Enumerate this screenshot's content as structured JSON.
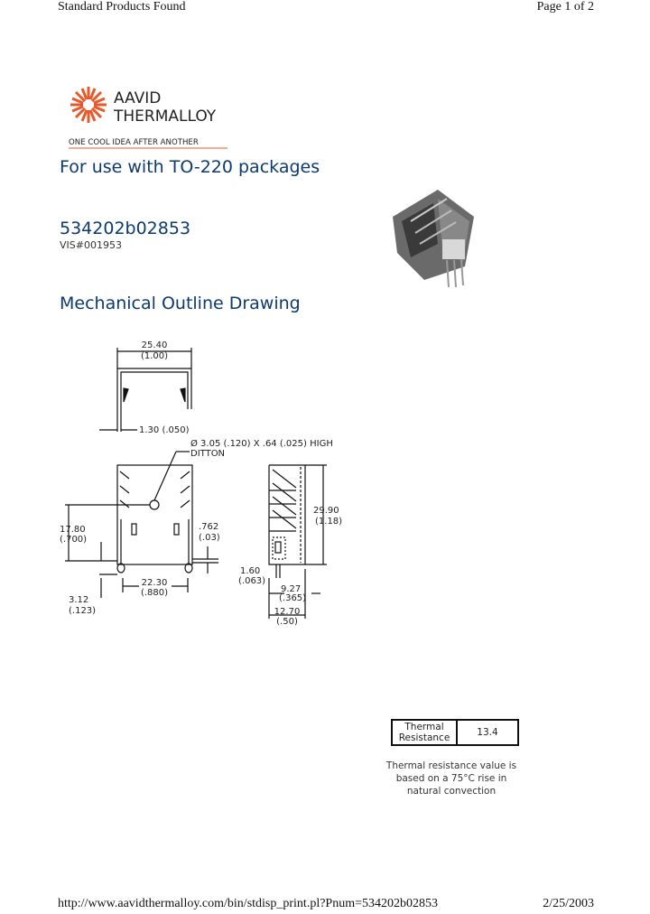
{
  "header": {
    "left": "Standard Products Found",
    "right": "Page 1 of 2"
  },
  "logo": {
    "line1": "AAVID",
    "line2": "THERMALLOY",
    "tagline": "ONE COOL IDEA AFTER ANOTHER",
    "brand_color": "#e8582a"
  },
  "subtitle": "For use with TO-220 packages",
  "part_number": "534202b02853",
  "vis_number": "VIS#001953",
  "section_title": "Mechanical Outline Drawing",
  "drawing": {
    "width_mm": "25.40",
    "width_in": "(1.00)",
    "thickness": "1.30 (.050)",
    "ditton_1": "Ø 3.05 (.120) X .64 (.025) HIGH",
    "ditton_2": "DITTON",
    "h1_mm": "17.80",
    "h1_in": "(.700)",
    "gap_mm": ".762",
    "gap_in": "(.03)",
    "pin_mm": "3.12",
    "pin_in": "(.123)",
    "span_mm": "22.30",
    "span_in": "(.880)",
    "height_mm": "29.90",
    "height_in": "(1.18)",
    "pinw_mm": "1.60",
    "pinw_in": "(.063)",
    "d1_mm": "9.27",
    "d1_in": "(.365)",
    "d2_mm": "12.70",
    "d2_in": "(.50)"
  },
  "thermal": {
    "label_1": "Thermal",
    "label_2": "Resistance",
    "value": "13.4",
    "note": [
      "Thermal resistance value is",
      "based on a 75°C rise in",
      "natural convection"
    ]
  },
  "footer": {
    "url": "http://www.aavidthermalloy.com/bin/stdisp_print.pl?Pnum=534202b02853",
    "date": "2/25/2003"
  },
  "colors": {
    "heading": "#0c3a6e"
  }
}
